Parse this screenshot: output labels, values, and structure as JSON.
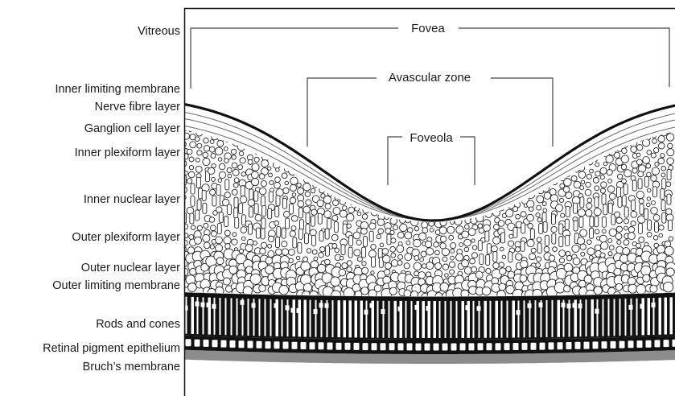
{
  "layers": [
    "Vitreous",
    "Inner limiting membrane",
    "Nerve fibre layer",
    "Ganglion cell layer",
    "Inner plexiform layer",
    "Inner nuclear layer",
    "Outer plexiform layer",
    "Outer nuclear layer",
    "Outer limiting membrane",
    "Rods and cones",
    "Retinal pigment epithelium",
    "Bruch’s membrane"
  ],
  "regions": {
    "fovea": "Fovea",
    "avascular_zone": "Avascular zone",
    "foveola": "Foveola"
  },
  "colors": {
    "ink": "#111111",
    "membrane": "#8c8c8c",
    "background": "#ffffff"
  }
}
